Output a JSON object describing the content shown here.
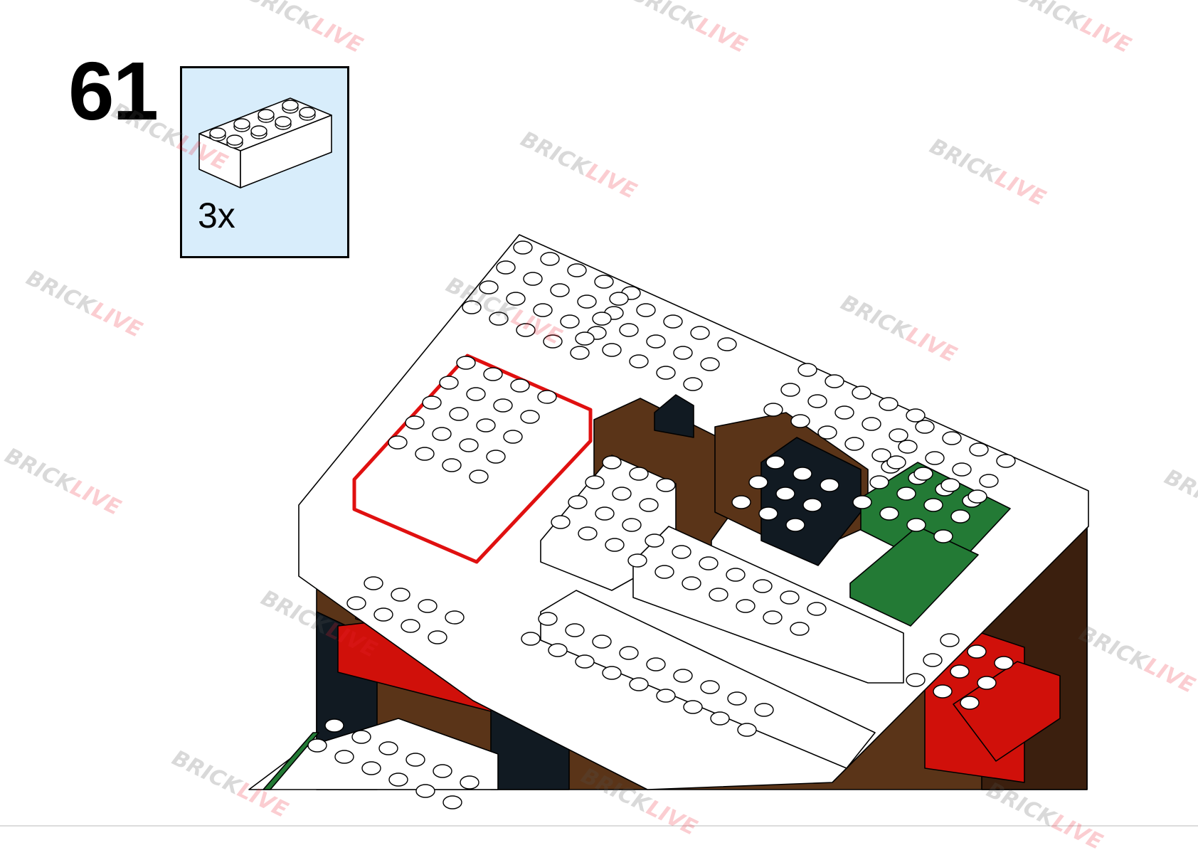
{
  "step": {
    "number": "61"
  },
  "parts_list": [
    {
      "part": "brick-2x4",
      "color": "#ffffff",
      "quantity": "3x"
    }
  ],
  "watermark": {
    "text_a": "BRICK",
    "text_b": "LIVE"
  },
  "colors": {
    "panel_bg": "#d8edfb",
    "highlight": "#e01010",
    "white": "#ffffff",
    "brown": "#5a3418",
    "green": "#237a35",
    "red": "#d0100a",
    "black": "#111a22"
  }
}
